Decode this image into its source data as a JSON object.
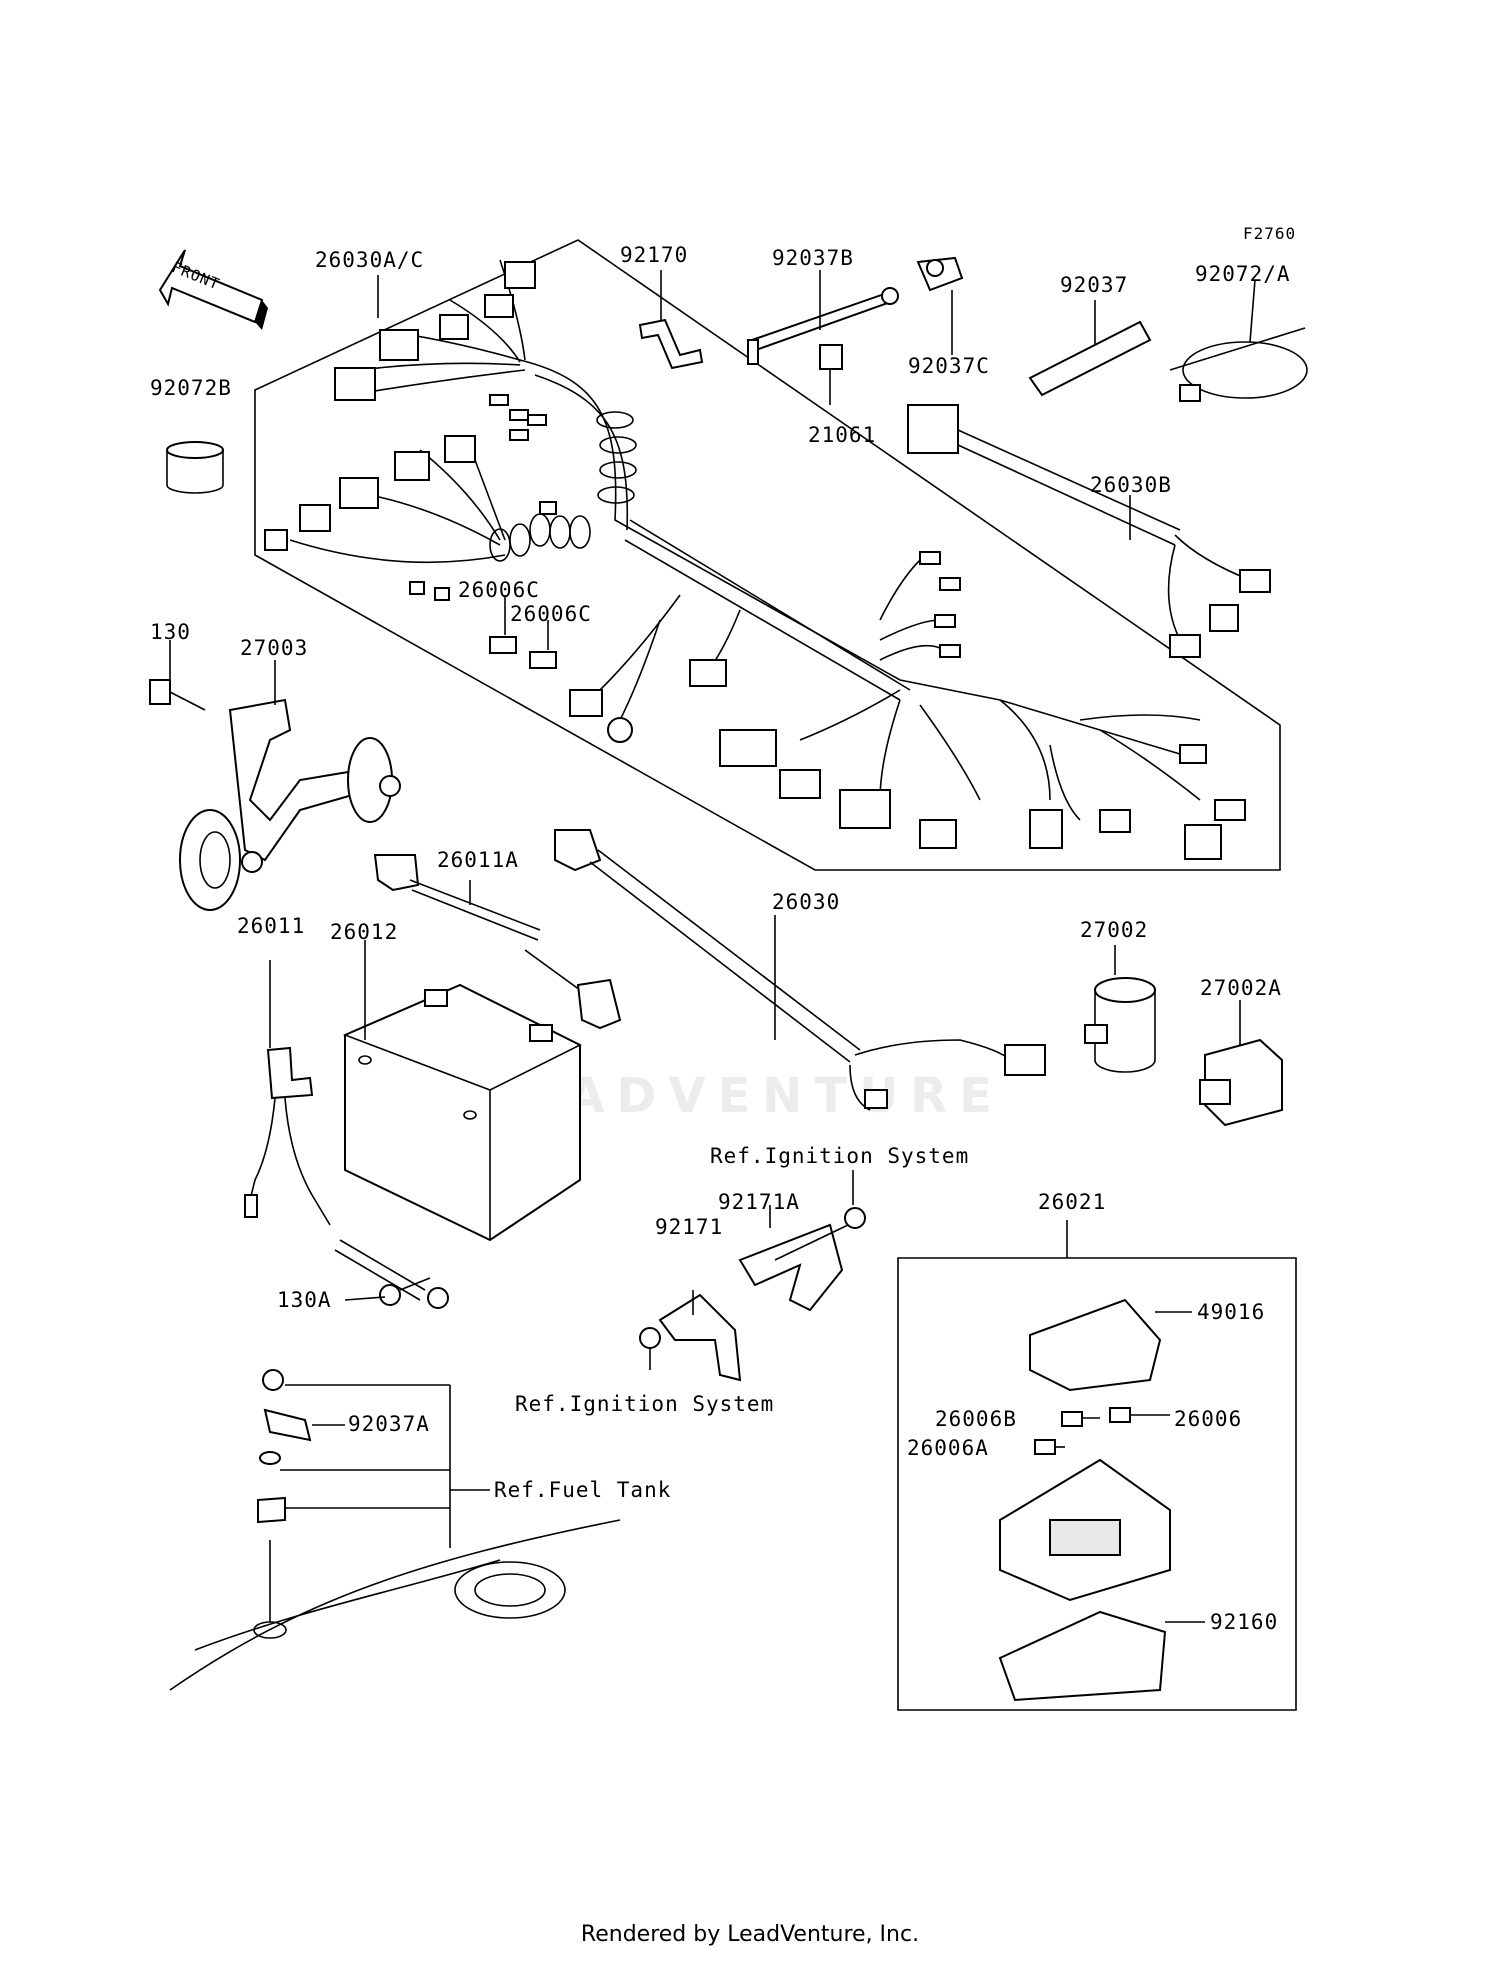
{
  "diagram_code": "F2760",
  "front_arrow_label": "FRONT",
  "footer": "Rendered by LeadVenture, Inc.",
  "watermark": "LEADVENTURE",
  "labels": {
    "p26030AC": "26030A/C",
    "p92170": "92170",
    "p92037B": "92037B",
    "p92037C": "92037C",
    "p92037": "92037",
    "p92072A": "92072/A",
    "p92072B": "92072B",
    "p21061": "21061",
    "p26030B": "26030B",
    "p26006C_1": "26006C",
    "p26006C_2": "26006C",
    "p130": "130",
    "p27003": "27003",
    "p26011A": "26011A",
    "p26011": "26011",
    "p26012": "26012",
    "p26030": "26030",
    "p27002": "27002",
    "p27002A": "27002A",
    "p130A": "130A",
    "ref_ignition_1": "Ref.Ignition System",
    "p92171A": "92171A",
    "p92171": "92171",
    "ref_ignition_2": "Ref.Ignition System",
    "p26021": "26021",
    "p49016": "49016",
    "p26006B": "26006B",
    "p26006": "26006",
    "p26006A": "26006A",
    "p92037A": "92037A",
    "ref_fuel_tank": "Ref.Fuel Tank",
    "p92160": "92160"
  }
}
